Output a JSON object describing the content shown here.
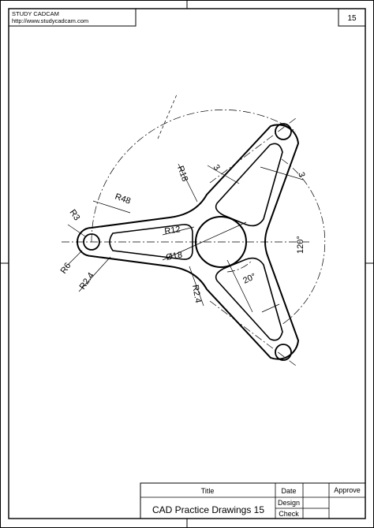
{
  "header": {
    "brand": "STUDY CADCAM",
    "url": "http://www.studycadcam.com",
    "sheet_number": "15"
  },
  "dimensions": {
    "r3": "R3",
    "r6": "R6",
    "r48": "R48",
    "r18": "R18",
    "r12": "R12",
    "dia18": "Ø18",
    "r2_4_left": "R2.4",
    "r2_4_bottom": "R2.4",
    "thick_a": "3",
    "thick_b": "3",
    "angle_120": "120°",
    "angle_20": "20°"
  },
  "title_block": {
    "title_header": "Title",
    "title_value": "CAD Practice Drawings 15",
    "date_label": "Date",
    "design_label": "Design",
    "check_label": "Check",
    "approve_label": "Approve"
  }
}
